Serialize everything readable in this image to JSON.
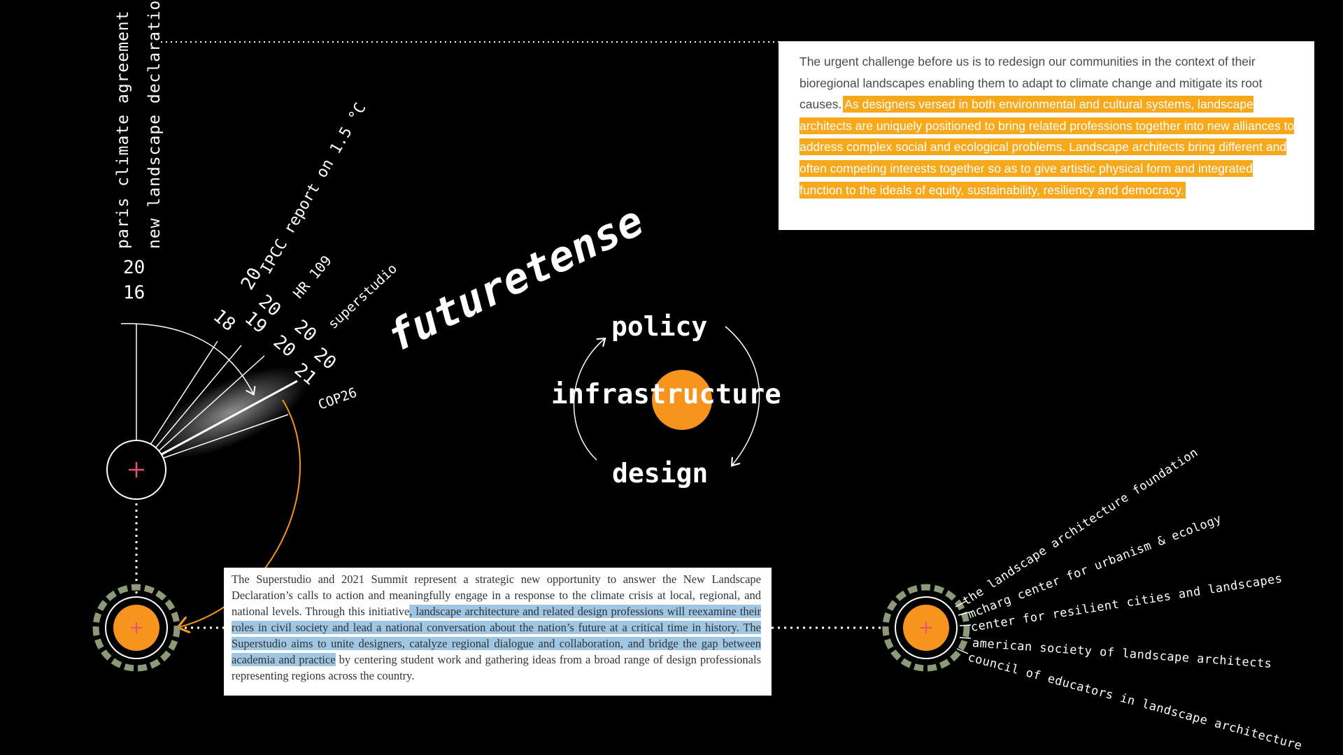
{
  "timeline": {
    "vertical_labels": [
      "paris climate agreement",
      "new landscape declaration"
    ],
    "year_2016": [
      "20",
      "16"
    ],
    "ipcc_label": "IPCC report on 1.5 °C",
    "ipcc_year": "20",
    "year_2018": "18",
    "hr_label": "HR 109",
    "hr_year": "20",
    "year_2019": "19",
    "superstudio_label": "superstudio",
    "ss_year_a": "20",
    "ss_year_b": "20",
    "year_2021": "21",
    "cop_label": "COP26"
  },
  "title": "futuretense",
  "cycle": {
    "top": "policy",
    "middle": "infrastructure",
    "bottom": "design"
  },
  "quote": {
    "plain": "The urgent challenge before us is to redesign our communities in the context of their bioregional landscapes enabling them to adapt to climate change and mitigate its root causes. ",
    "highlighted": "As designers versed in both environmental and cultural systems, landscape architects are uniquely positioned to bring related professions together into new alliances to address complex social and ecological problems. Landscape architects bring different and often competing interests together so as to give artistic physical form and integrated function to the ideals of equity, sustainability, resiliency and democracy."
  },
  "summit": {
    "before": "The Superstudio and 2021 Summit represent a strategic new opportunity to answer the New Landscape Declaration’s calls to action and meaningfully engage in a response to the climate crisis at local, regional, and national levels. Through this initiative",
    "highlighted": ", landscape architecture and related design professions will reexamine their roles in civil society and lead a national conversation about the nation’s future at a critical time in history. The Superstudio aims to unite designers, catalyze regional dialogue and collaboration, and bridge the gap between academia and practice",
    "after": " by centering student work and gathering ideas from a broad range of design professionals representing regions across the country."
  },
  "organizations": [
    "the landscape architecture foundation",
    "mcharg center for urbanism & ecology",
    "center for resilient cities and landscapes",
    "american society of landscape architects",
    "council of educators in landscape architecture"
  ],
  "colors": {
    "background": "#000000",
    "accent_orange": "#f7941d",
    "highlight_orange": "#f7a81b",
    "highlight_blue": "#9fc6e3",
    "plus_pink": "#e8507a"
  },
  "icons": [
    "plus-icon",
    "plus-icon",
    "plus-icon"
  ]
}
